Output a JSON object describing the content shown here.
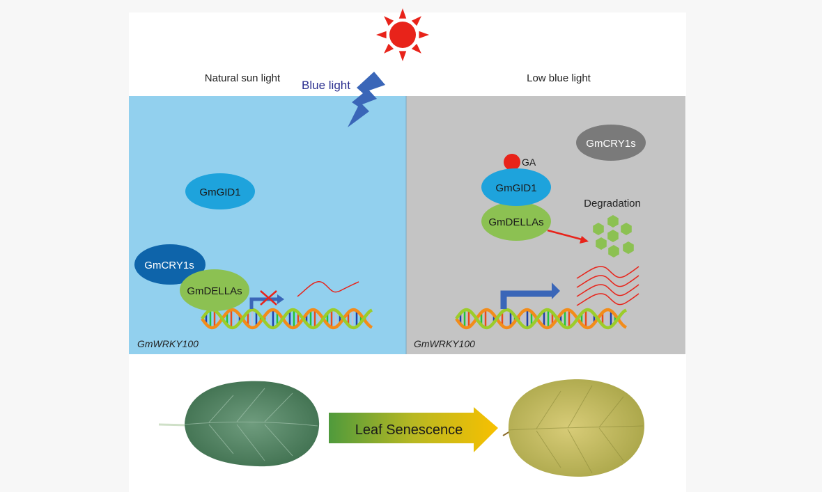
{
  "header": {
    "left_label": "Natural sun light",
    "right_label": "Low blue light",
    "blue_light_label": "Blue light"
  },
  "left_panel": {
    "gid1": "GmGID1",
    "cry1s": "GmCRY1s",
    "dellas": "GmDELLAs",
    "gene": "GmWRKY100"
  },
  "right_panel": {
    "cry1s": "GmCRY1s",
    "ga": "GA",
    "gid1": "GmGID1",
    "dellas": "GmDELLAs",
    "degradation": "Degradation",
    "gene": "GmWRKY100"
  },
  "bottom": {
    "arrow_label": "Leaf Senescence"
  },
  "colors": {
    "left_panel_bg": "#92d0ee",
    "right_panel_bg": "#c4c4c4",
    "sun": "#e8231a",
    "blue_light": "#3a66b8",
    "gid1": "#1ea3dc",
    "cry1s_active": "#0e64aa",
    "cry1s_inactive": "#7a7a7a",
    "dellas": "#8cc152"
  }
}
